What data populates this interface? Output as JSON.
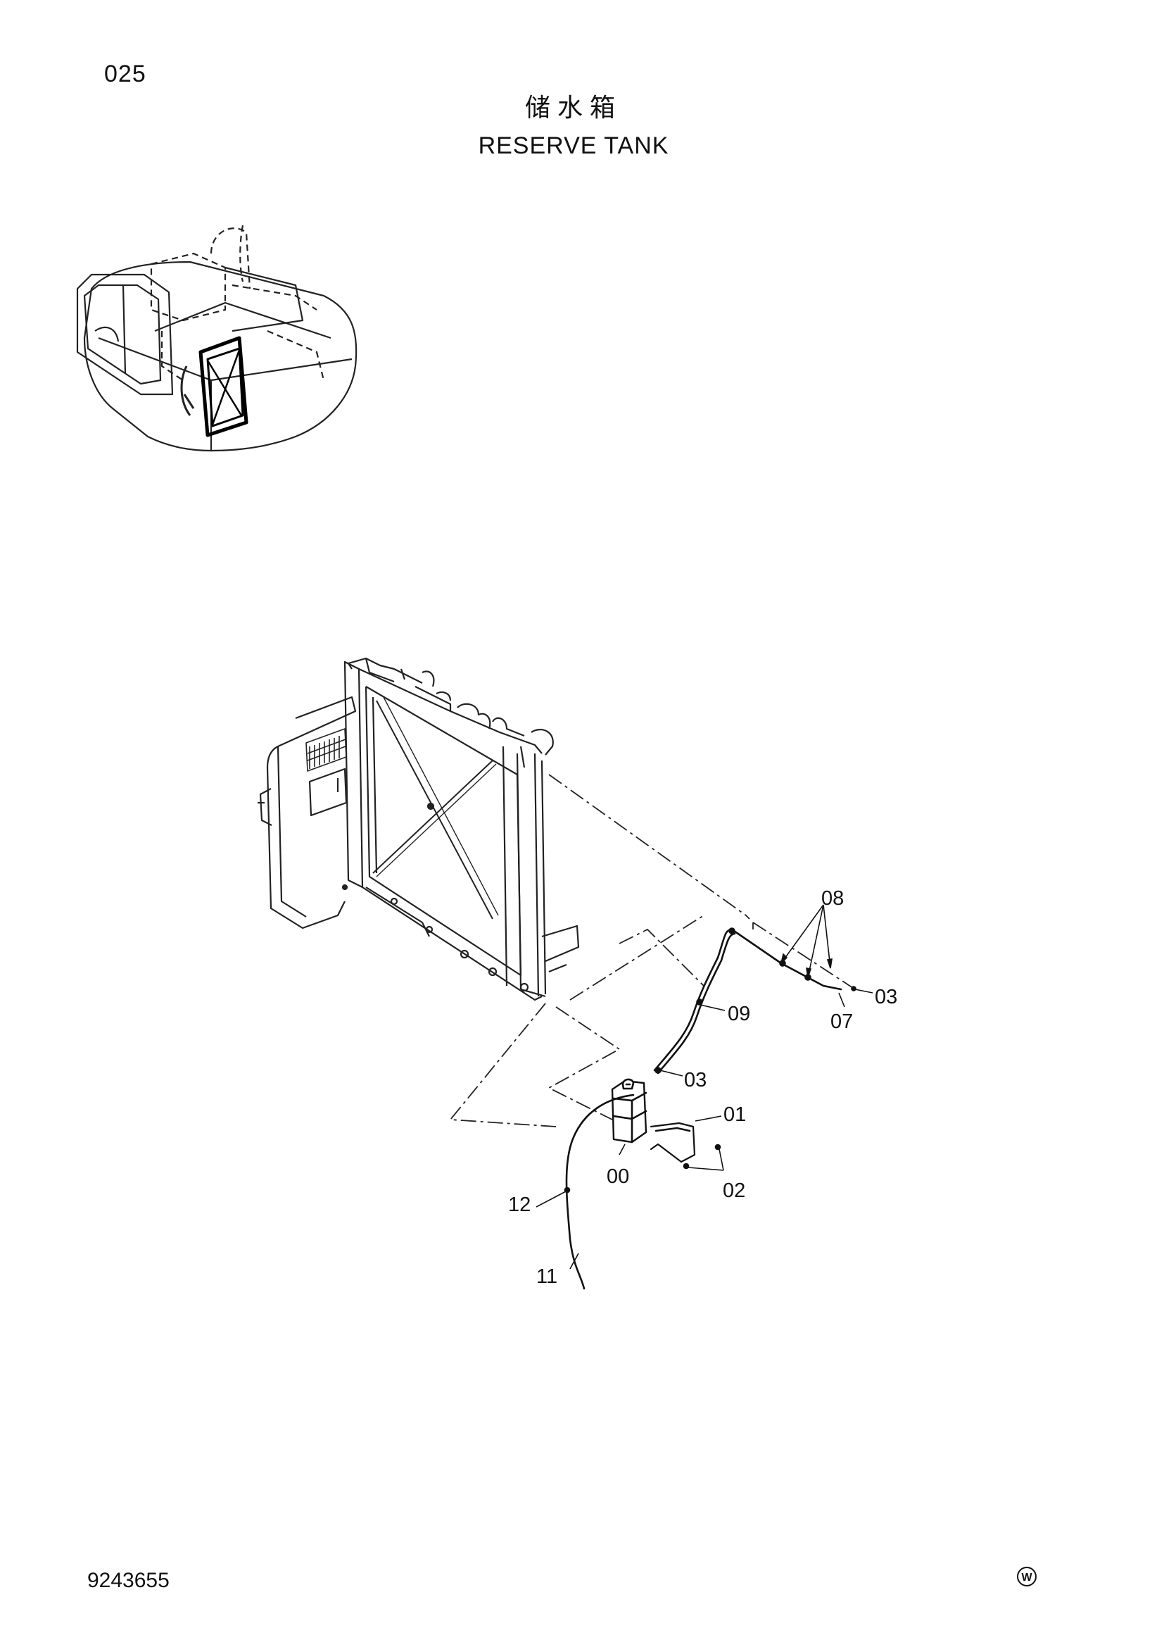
{
  "header": {
    "page_number": "025",
    "title_cn": "储水箱",
    "title_en": "RESERVE TANK"
  },
  "footer": {
    "doc_number": "9243655",
    "mark_symbol": "W"
  },
  "callouts": {
    "c08": "08",
    "c03a": "03",
    "c07": "07",
    "c09": "09",
    "c03b": "03",
    "c01": "01",
    "c00": "00",
    "c02": "02",
    "c12": "12",
    "c11": "11"
  }
}
